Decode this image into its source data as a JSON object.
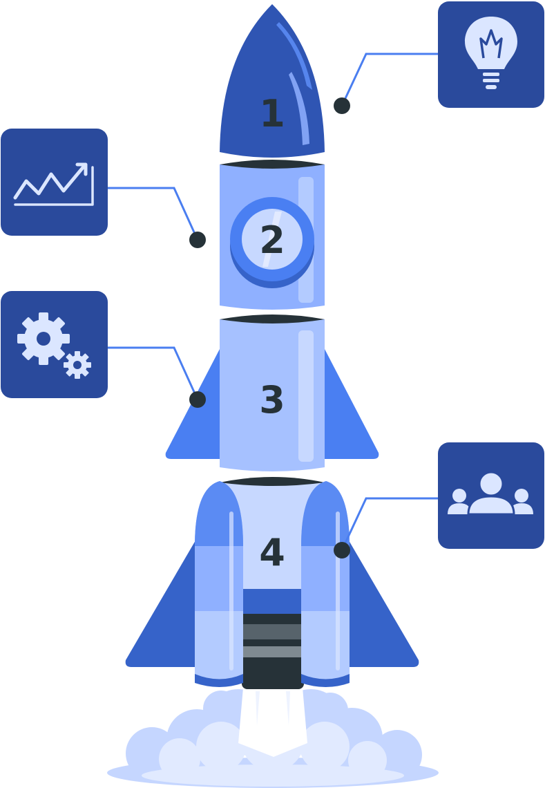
{
  "colors": {
    "panel": "#2a4a9c",
    "panel_icon": "#dbe6ff",
    "connector": "#4a7ef0",
    "dot": "#263238",
    "nose": "#2f55b3",
    "fin_light": "#4a7ff2",
    "fin_dark": "#3663c9",
    "body_light": "#a6c1ff",
    "body_lighter": "#c7d8ff",
    "ring": "#263238",
    "smoke": "#c9d8ff"
  },
  "stages": [
    {
      "number": "1",
      "icon": "lightbulb-icon"
    },
    {
      "number": "2",
      "icon": "growth-chart-icon"
    },
    {
      "number": "3",
      "icon": "gears-icon"
    },
    {
      "number": "4",
      "icon": "team-icon"
    }
  ]
}
